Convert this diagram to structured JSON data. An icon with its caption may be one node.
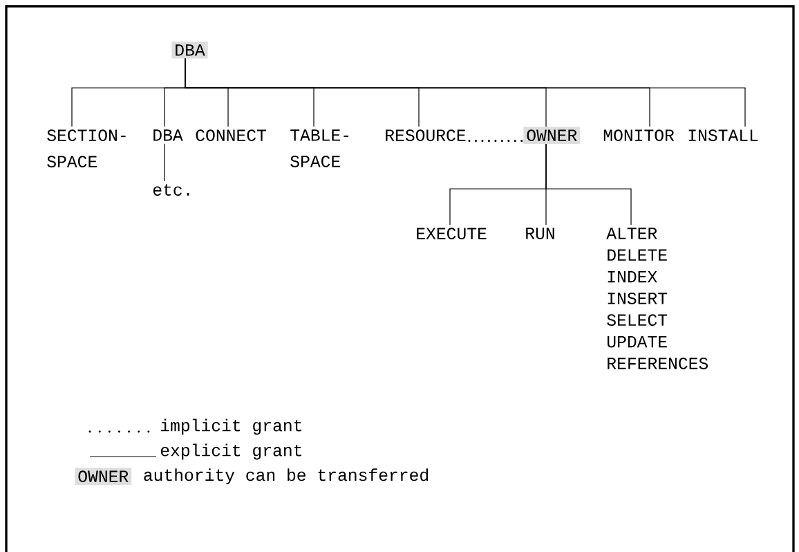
{
  "diagram": {
    "nodes": [
      {
        "text": [
          "DBA"
        ]
      },
      {
        "text": [
          "SECTION- SPACE"
        ]
      },
      {
        "text": [
          "DBA"
        ]
      },
      {
        "text": [
          "CONNECT"
        ]
      },
      {
        "text": [
          "TABLE- SPACE"
        ]
      },
      {
        "text": [
          "RESOURCE"
        ]
      },
      {
        "text": [
          "OWNER"
        ]
      },
      {
        "text": [
          "MONITOR"
        ]
      },
      {
        "text": [
          "INSTALL"
        ]
      },
      {
        "text": [
          "etc."
        ]
      },
      {
        "text": [
          "EXECUTE"
        ]
      },
      {
        "text": [
          "RUN"
        ]
      },
      {
        "text": [
          "ALTER",
          "DELETE",
          "INDEX",
          "INSERT",
          "SELECT",
          "UPDATE",
          "REFERENCES"
        ]
      },
      {
        "text": [
          "OWNER"
        ],
        "beside": [
          "authority can be transferred"
        ]
      }
    ],
    "edges": [
      {
        "from": 0,
        "to": 1,
        "arrow": "none"
      },
      {
        "from": 0,
        "to": 2,
        "arrow": "none"
      },
      {
        "from": 0,
        "to": 3,
        "arrow": "none"
      },
      {
        "from": 0,
        "to": 4,
        "arrow": "none"
      },
      {
        "from": 0,
        "to": 5,
        "arrow": "none"
      },
      {
        "from": 0,
        "to": 6,
        "arrow": "none"
      },
      {
        "from": 0,
        "to": 7,
        "arrow": "none"
      },
      {
        "from": 0,
        "to": 8,
        "arrow": "none"
      },
      {
        "from": 5,
        "to": 6,
        "arrow": "none",
        "style": "dashed"
      },
      {
        "from": 2,
        "to": 9,
        "arrow": "none"
      },
      {
        "from": 6,
        "to": 10,
        "arrow": "none"
      },
      {
        "from": 6,
        "to": 11,
        "arrow": "none"
      },
      {
        "from": 6,
        "to": 12,
        "arrow": "none"
      }
    ],
    "legend": [
      {
        "text": "implicit grant"
      },
      {
        "text": "explicit grant"
      }
    ]
  }
}
